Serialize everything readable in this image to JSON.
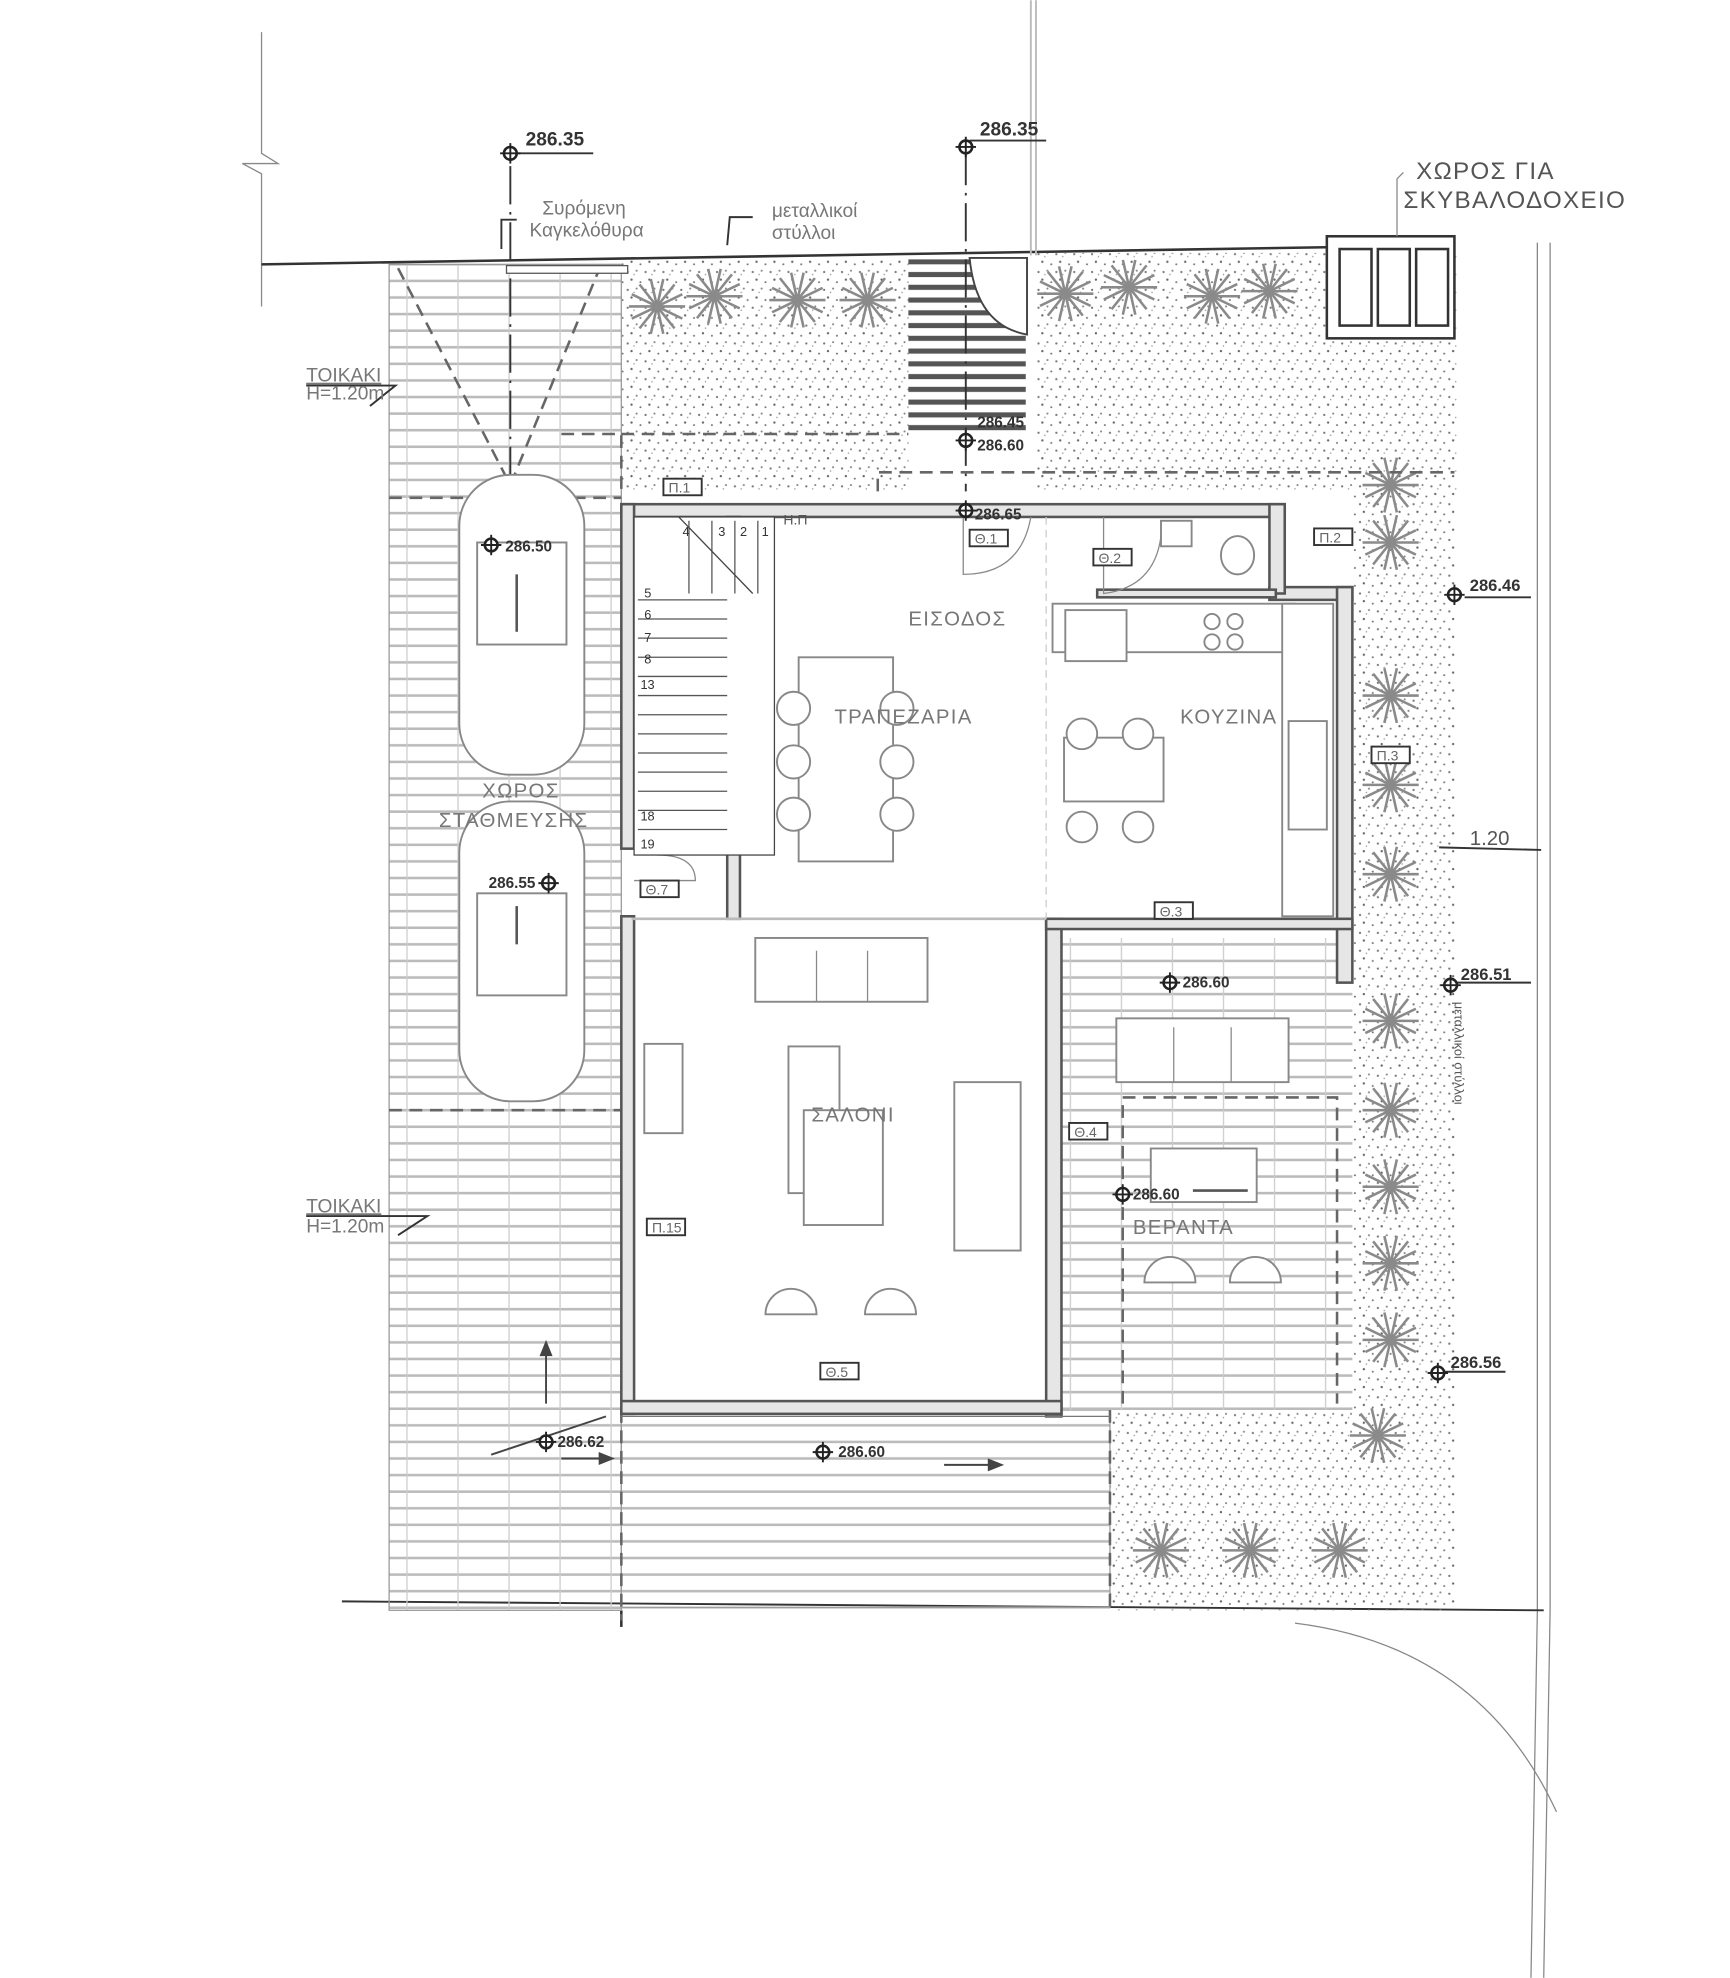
{
  "title": "Κάτοψη Ισογείου",
  "levels": {
    "top_left": "286.35",
    "top_right": "286.35",
    "stair_top": "286.45",
    "stair_landing": "286.60",
    "entrance": "286.65",
    "parking_1": "286.50",
    "parking_2": "286.55",
    "right_top": "286.46",
    "right_mid": "286.51",
    "right_bottom": "286.56",
    "veranda_top": "286.60",
    "veranda": "286.60",
    "terrace": "286.60",
    "driveway": "286.62"
  },
  "notes": {
    "gate_line1": "Συρόμενη",
    "gate_line2": "Καγκελόθυρα",
    "posts_line1": "μεταλλικοί",
    "posts_line2": "στύλλοι",
    "bin_line1": "ΧΩΡΟΣ ΓΙΑ",
    "bin_line2": "ΣΚΥΒΑΛΟΔΟΧΕΙΟ",
    "wall_top_1": "ΤΟΙΚΑΚΙ",
    "wall_top_2": "H=1.20m",
    "wall_bottom_1": "ΤΟΙΚΑΚΙ",
    "wall_bottom_2": "H=1.20m",
    "side_posts": "μεταλλικοί στύλλοι",
    "setback": "1.20",
    "hp": "Η.Π"
  },
  "rooms": {
    "entrance": "ΕΙΣΟΔΟΣ",
    "dining": "ΤΡΑΠΕΖΑΡΙΑ",
    "kitchen": "ΚΟΥΖΙΝΑ",
    "parking_1": "ΧΩΡΟΣ",
    "parking_2": "ΣΤΑΘΜΕΥΣΗΣ",
    "living": "ΣΑΛΟΝΙ",
    "veranda": "ΒΕΡΑΝΤΑ"
  },
  "tags": {
    "p1": "Π.1",
    "p2": "Π.2",
    "p3": "Π.3",
    "p15": "Π.15",
    "t1": "Θ.1",
    "t2": "Θ.2",
    "t3": "Θ.3",
    "t4": "Θ.4",
    "t5": "Θ.5",
    "t7": "Θ.7"
  },
  "stairs": [
    "1",
    "2",
    "3",
    "4",
    "5",
    "6",
    "7",
    "8",
    "13",
    "18",
    "19"
  ]
}
